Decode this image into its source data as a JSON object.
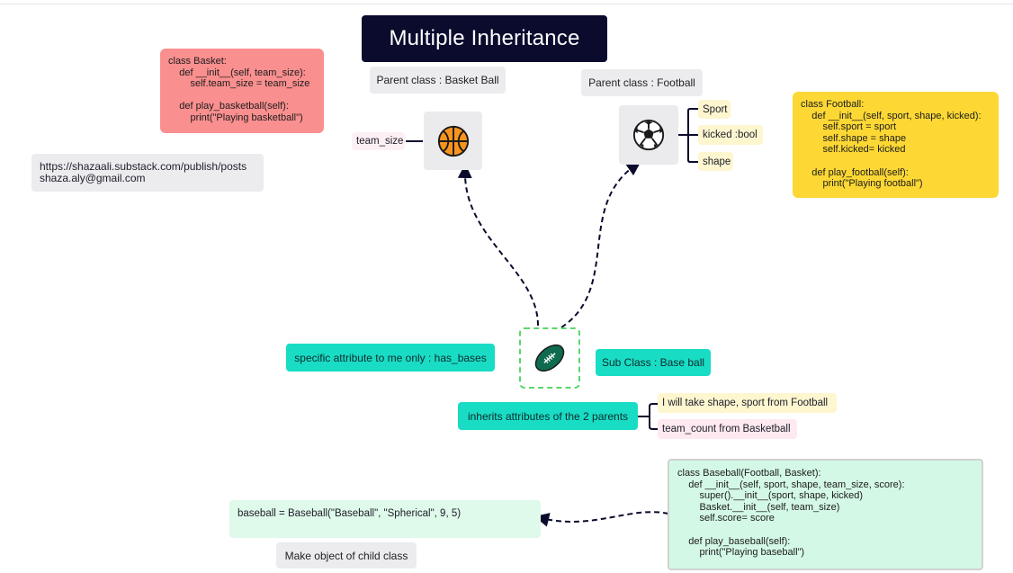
{
  "title": "Multiple Inheritance",
  "parents": {
    "basket": {
      "label": "Parent class : Basket Ball",
      "attribute": "team_size",
      "code": "class Basket:\n    def __init__(self, team_size):\n        self.team_size = team_size\n\n    def play_basketball(self):\n        print(\"Playing basketball\")"
    },
    "football": {
      "label": "Parent class : Football",
      "attributes": [
        "Sport",
        "kicked :bool",
        "shape"
      ],
      "code": "class Football:\n    def __init__(self, sport, shape, kicked):\n        self.sport = sport\n        self.shape = shape\n        self.kicked= kicked\n\n    def play_football(self):\n        print(\"Playing football\")"
    }
  },
  "contact": {
    "url": "https://shazaali.substack.com/publish/posts",
    "email": "shaza.aly@gmail.com"
  },
  "subclass": {
    "label": "Sub Class : Base ball",
    "specific_attribute": "specific attribute to me only : has_bases",
    "inherits": "inherits attributes of the 2 parents",
    "inherit_items": [
      "I will take shape, sport from Football",
      "team_count from Basketball"
    ],
    "code": "class Baseball(Football, Basket):\n    def __init__(self, sport, shape, team_size, score):\n        super().__init__(sport, shape, kicked)\n        Basket.__init__(self, team_size)\n        self.score= score\n\n    def play_baseball(self):\n        print(\"Playing baseball\")"
  },
  "object": {
    "code": "baseball = Baseball(\"Baseball\", \"Spherical\", 9, 5)",
    "label": "Make object of child class"
  },
  "colors": {
    "title_bg": "#0b0b2e",
    "basket_code_bg": "#fa8f8f",
    "football_code_bg": "#fdd835",
    "teal": "#19dcc5",
    "baseball_code_bg": "#d4f8e6"
  }
}
